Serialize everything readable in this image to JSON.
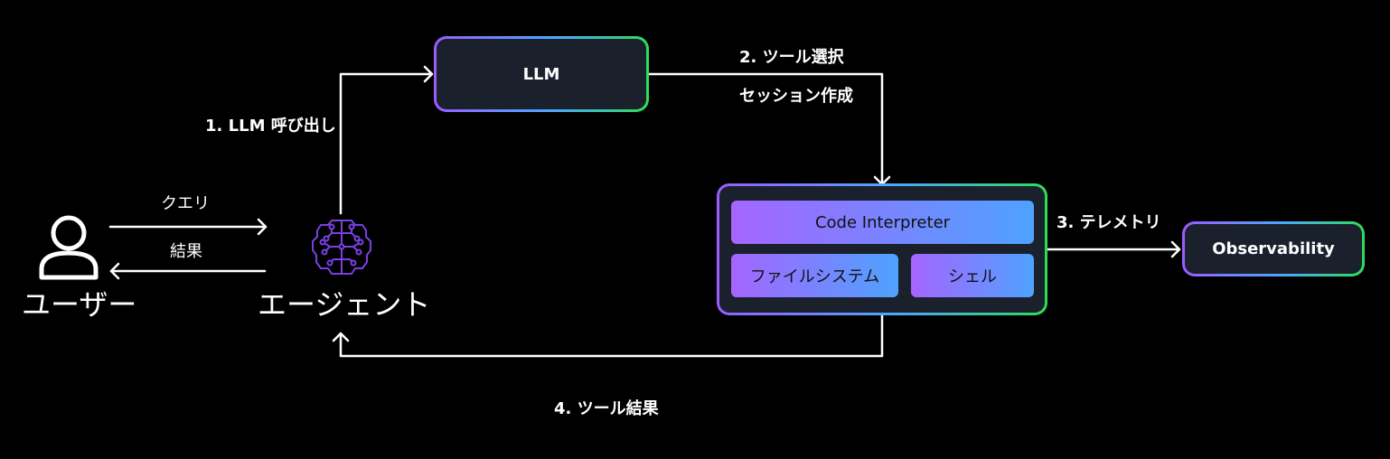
{
  "actors": {
    "user": "ユーザー",
    "agent": "エージェント"
  },
  "edges": {
    "query": "クエリ",
    "result": "結果",
    "llm_call": "1. LLM 呼び出し",
    "tool_select": "2. ツール選択",
    "session_create": "セッション作成",
    "telemetry": "3. テレメトリ",
    "tool_result": "4. ツール結果"
  },
  "nodes": {
    "llm": "LLM",
    "code_interpreter": "Code Interpreter",
    "filesystem": "ファイルシステム",
    "shell": "シェル",
    "observability": "Observability"
  },
  "icons": {
    "user": "user-icon",
    "agent": "brain-circuit-icon"
  },
  "colors": {
    "background": "#000000",
    "node_fill": "#1a202c",
    "gradient_start": "#9b5cff",
    "gradient_mid": "#4aa8ff",
    "gradient_end": "#2fdc56",
    "agent_icon": "#7b3fe4"
  }
}
